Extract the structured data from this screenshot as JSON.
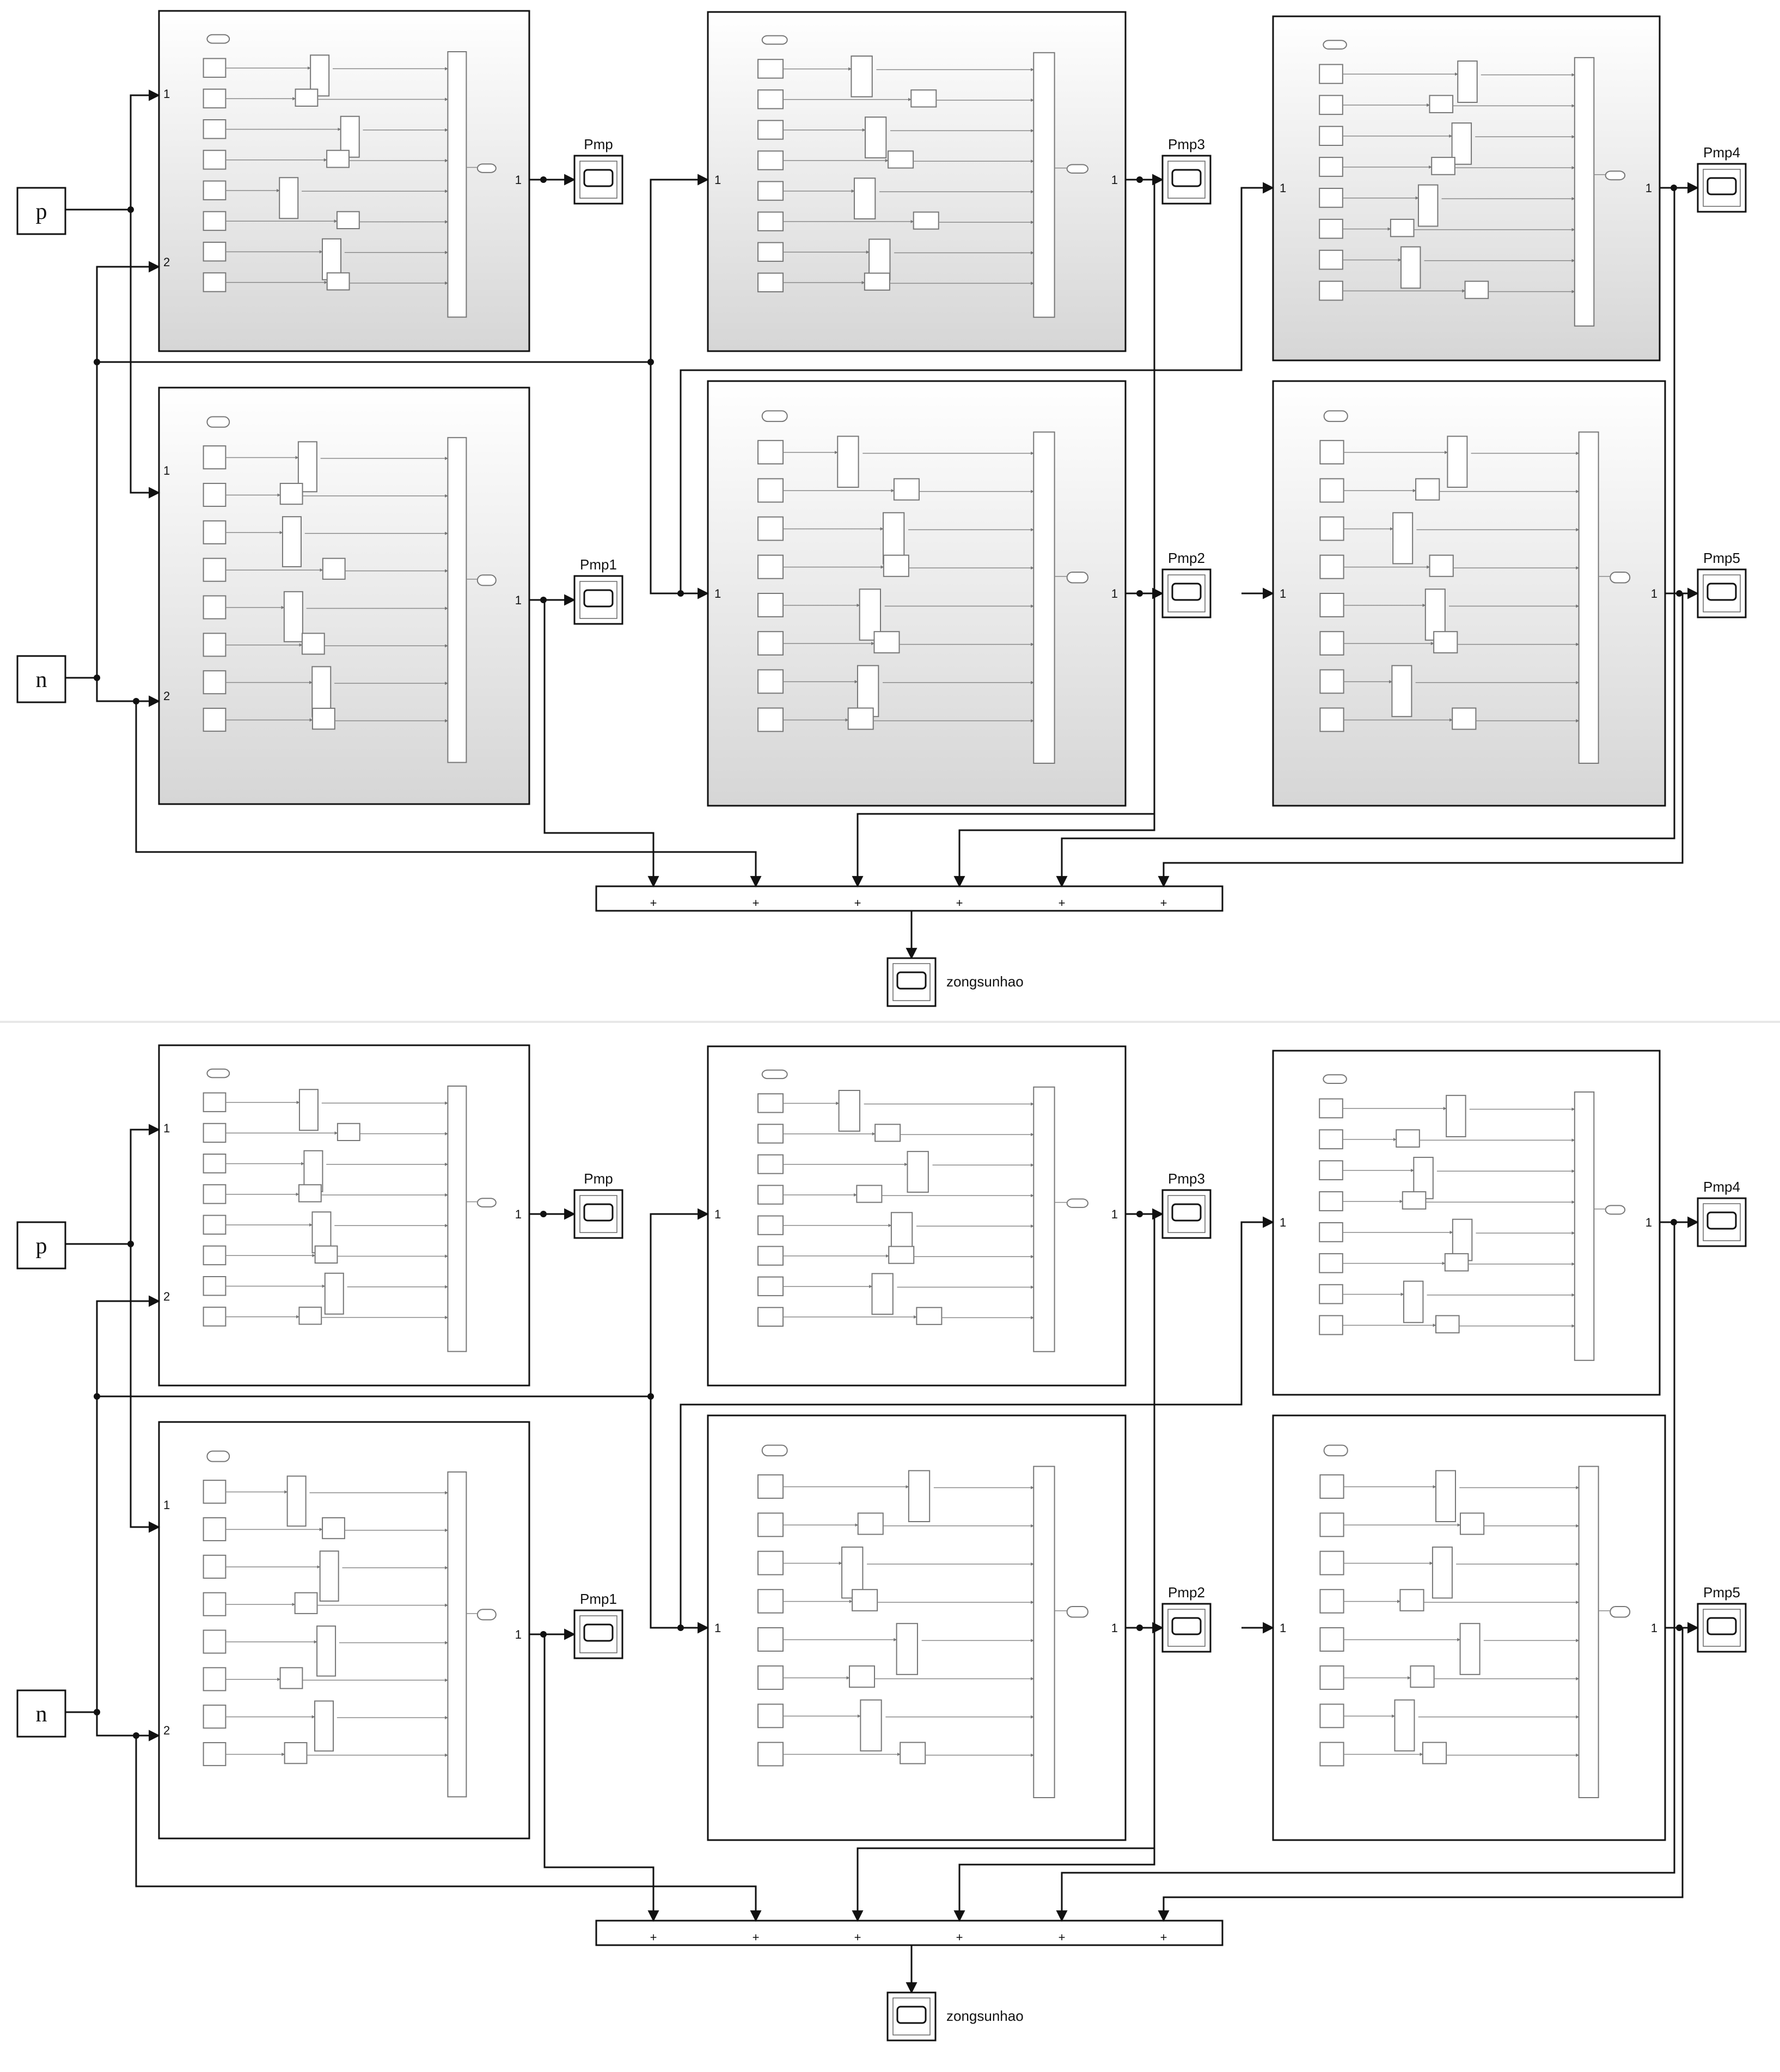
{
  "panels": [
    {
      "style": "shaded",
      "inputs": [
        {
          "label": "p"
        },
        {
          "label": "n"
        }
      ],
      "subsystems": [
        {
          "port_labels": [
            "1",
            "2"
          ],
          "output_label": "1",
          "scope_label": "Pmp"
        },
        {
          "port_labels": [
            "1",
            "2"
          ],
          "output_label": "1",
          "scope_label": "Pmp1"
        },
        {
          "port_labels": [
            "1"
          ],
          "output_label": "1",
          "scope_label": "Pmp3"
        },
        {
          "port_labels": [
            "1"
          ],
          "output_label": "1",
          "scope_label": "Pmp2"
        },
        {
          "port_labels": [
            "1"
          ],
          "output_label": "1",
          "scope_label": "Pmp4"
        },
        {
          "port_labels": [
            "1"
          ],
          "output_label": "1",
          "scope_label": "Pmp5"
        }
      ],
      "sum_signs": [
        "+",
        "+",
        "+",
        "+",
        "+",
        "+"
      ],
      "total_scope_label": "zongsunhao"
    },
    {
      "style": "plain",
      "inputs": [
        {
          "label": "p"
        },
        {
          "label": "n"
        }
      ],
      "subsystems": [
        {
          "port_labels": [
            "1",
            "2"
          ],
          "output_label": "1",
          "scope_label": "Pmp"
        },
        {
          "port_labels": [
            "1",
            "2"
          ],
          "output_label": "1",
          "scope_label": "Pmp1"
        },
        {
          "port_labels": [
            "1"
          ],
          "output_label": "1",
          "scope_label": "Pmp3"
        },
        {
          "port_labels": [
            "1"
          ],
          "output_label": "1",
          "scope_label": "Pmp2"
        },
        {
          "port_labels": [
            "1"
          ],
          "output_label": "1",
          "scope_label": "Pmp4"
        },
        {
          "port_labels": [
            "1"
          ],
          "output_label": "1",
          "scope_label": "Pmp5"
        }
      ],
      "sum_signs": [
        "+",
        "+",
        "+",
        "+",
        "+",
        "+"
      ],
      "total_scope_label": "zongsunhao"
    }
  ],
  "colors": {
    "line": "#111111",
    "block_stroke": "#444444",
    "inner_stroke": "#777777",
    "inner_line": "#8a8a8a",
    "shade_top": "#ffffff",
    "shade_bottom": "#d6d6d6"
  }
}
